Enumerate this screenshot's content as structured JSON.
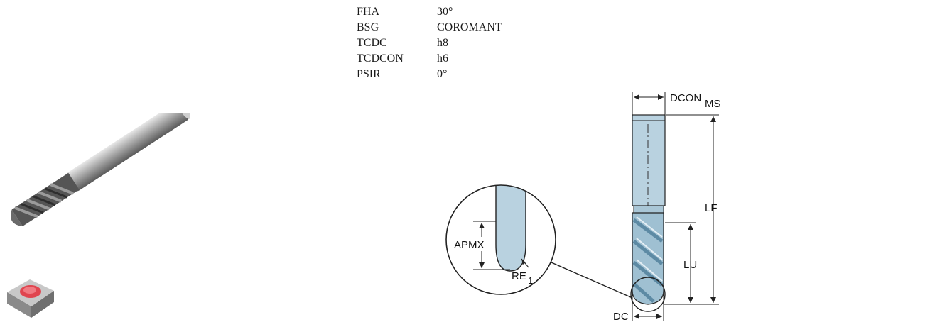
{
  "specs": [
    {
      "key": "FHA",
      "value": "30°"
    },
    {
      "key": "BSG",
      "value": "COROMANT"
    },
    {
      "key": "TCDC",
      "value": "h8"
    },
    {
      "key": "TCDCON",
      "value": "h6"
    },
    {
      "key": "PSIR",
      "value": "0°"
    }
  ],
  "drawing": {
    "dcon": "DCON",
    "dcon_sub": "MS",
    "lf": "LF",
    "lu": "LU",
    "dc": "DC",
    "apmx": "APMX",
    "re": "RE",
    "re_sub": "1"
  },
  "colors": {
    "tool_blue": "#b9d2e0",
    "tool_dark": "#7fa7bf",
    "insert_red": "#e0454f",
    "insert_grey": "#9a9a9a"
  },
  "icons": {
    "tool_photo": "end-mill-photo-icon",
    "insert_photo": "insert-photo-icon"
  }
}
